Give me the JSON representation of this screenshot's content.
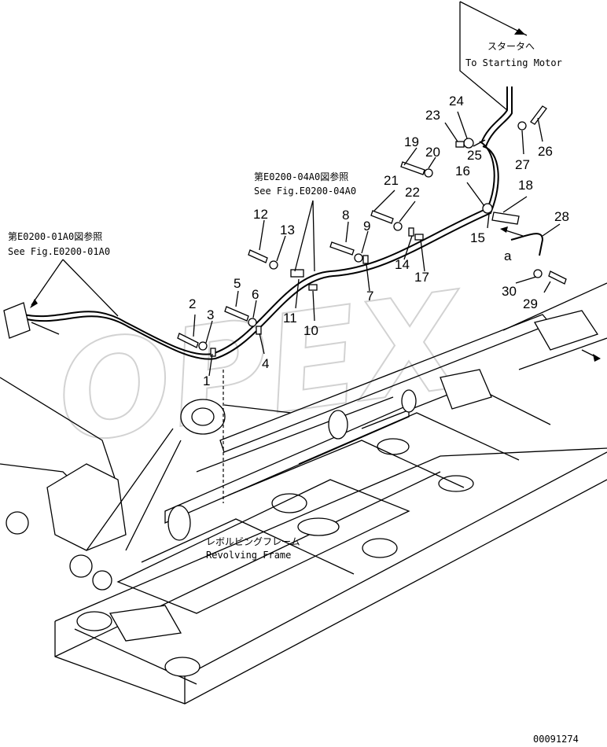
{
  "watermark": "OPEX",
  "drawing_number": "00091274",
  "references": {
    "left_jp": "第E0200-01A0図参照",
    "left_en": "See Fig.E0200-01A0",
    "mid_jp": "第E0200-04A0図参照",
    "mid_en": "See Fig.E0200-04A0"
  },
  "destination": {
    "jp": "スタータへ",
    "en": "To Starting Motor"
  },
  "frame_label": {
    "jp": "レボルビングフレーム",
    "en": "Revolving Frame"
  },
  "view_marker": "a",
  "callouts": [
    "1",
    "2",
    "3",
    "4",
    "5",
    "6",
    "7",
    "8",
    "9",
    "10",
    "11",
    "12",
    "13",
    "14",
    "15",
    "16",
    "17",
    "18",
    "19",
    "20",
    "21",
    "22",
    "23",
    "24",
    "25",
    "26",
    "27",
    "28",
    "29",
    "30"
  ]
}
